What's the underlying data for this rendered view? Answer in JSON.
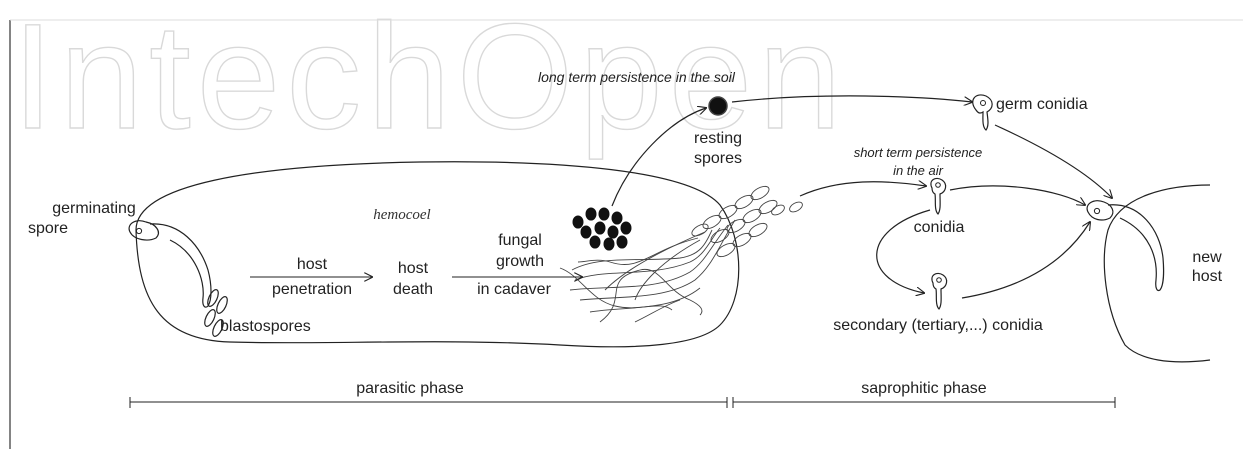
{
  "watermark": "IntechOpen",
  "labels": {
    "long_term": "long term persistence in the soil",
    "resting_1": "resting",
    "resting_2": "spores",
    "germ_conidia": "germ conidia",
    "short_term_1": "short term persistence",
    "short_term_2": "in the air",
    "germinating_1": "germinating",
    "germinating_2": "spore",
    "hemocoel": "hemocoel",
    "conidia": "conidia",
    "host_pen_1": "host",
    "host_pen_2": "penetration",
    "host_death_1": "host",
    "host_death_2": "death",
    "fungal_1": "fungal",
    "fungal_2": "growth",
    "fungal_3": "in cadaver",
    "blastospores": "blastospores",
    "new_host_1": "new",
    "new_host_2": "host",
    "secondary": "secondary (tertiary,...) conidia",
    "parasitic": "parasitic phase",
    "saprophitic": "saprophitic phase"
  }
}
